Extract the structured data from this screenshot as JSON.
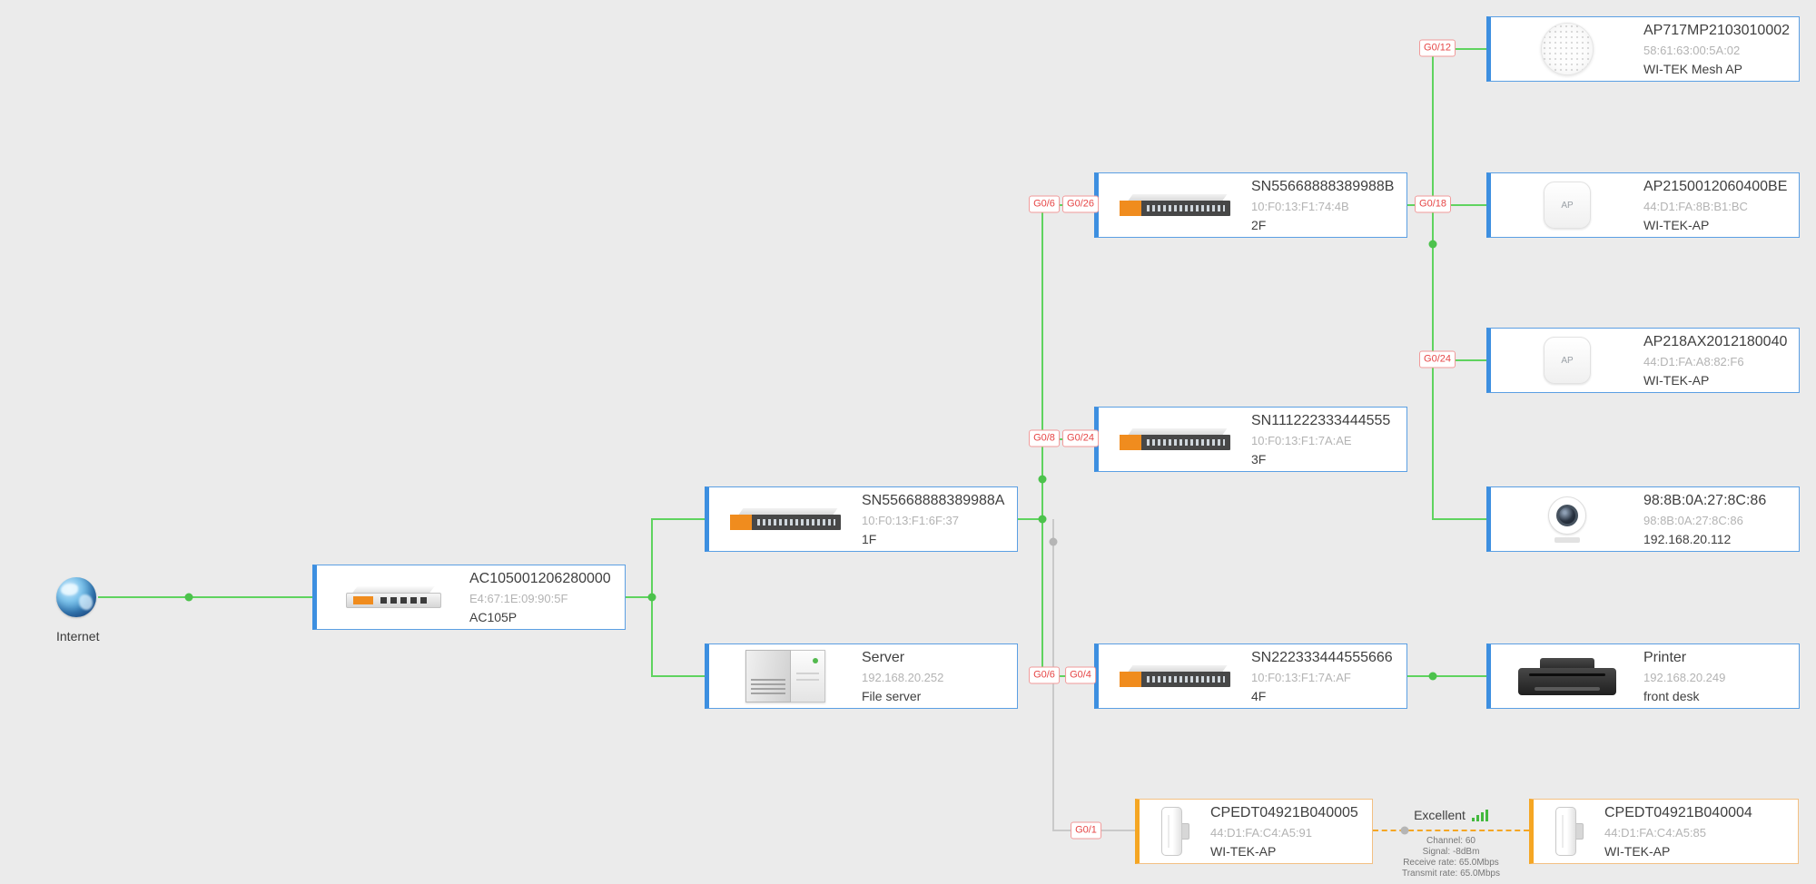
{
  "colors": {
    "background": "#ebebeb",
    "wired_link": "#5fd35f",
    "wireless_link": "#f5a623",
    "offline_link": "#c9c9c9",
    "card_accent_blue": "#3d8fe0",
    "card_accent_orange": "#f5a623",
    "port_label_red": "#e64545"
  },
  "internet": {
    "label": "Internet"
  },
  "icons": {
    "ap_label": "AP"
  },
  "nodes": {
    "ac": {
      "title": "AC105001206280000",
      "subtitle": "E4:67:1E:09:90:5F",
      "name": "AC105P"
    },
    "sw1f": {
      "title": "SN55668888389988A",
      "subtitle": "10:F0:13:F1:6F:37",
      "name": "1F"
    },
    "server": {
      "title": "Server",
      "subtitle": "192.168.20.252",
      "name": "File server"
    },
    "sw2f": {
      "title": "SN55668888389988B",
      "subtitle": "10:F0:13:F1:74:4B",
      "name": "2F"
    },
    "sw3f": {
      "title": "SN111222333444555",
      "subtitle": "10:F0:13:F1:7A:AE",
      "name": "3F"
    },
    "sw4f": {
      "title": "SN222333444555666",
      "subtitle": "10:F0:13:F1:7A:AF",
      "name": "4F"
    },
    "meshap": {
      "title": "AP717MP2103010002",
      "subtitle": "58:61:63:00:5A:02",
      "name": "WI-TEK Mesh AP"
    },
    "ap215": {
      "title": "AP2150012060400BE",
      "subtitle": "44:D1:FA:8B:B1:BC",
      "name": "WI-TEK-AP"
    },
    "ap218": {
      "title": "AP218AX2012180040",
      "subtitle": "44:D1:FA:A8:82:F6",
      "name": "WI-TEK-AP"
    },
    "camera": {
      "title": "98:8B:0A:27:8C:86",
      "subtitle": "98:8B:0A:27:8C:86",
      "name": "192.168.20.112"
    },
    "printer": {
      "title": "Printer",
      "subtitle": "192.168.20.249",
      "name": "front desk"
    },
    "cpe5": {
      "title": "CPEDT04921B040005",
      "subtitle": "44:D1:FA:C4:A5:91",
      "name": "WI-TEK-AP"
    },
    "cpe4": {
      "title": "CPEDT04921B040004",
      "subtitle": "44:D1:FA:C4:A5:85",
      "name": "WI-TEK-AP"
    }
  },
  "ports": {
    "p2f_src": "G0/6",
    "p2f_dst": "G0/26",
    "p3f_src": "G0/8",
    "p3f_dst": "G0/24",
    "p4f_src": "G0/6",
    "p4f_dst": "G0/4",
    "pmesh": "G0/12",
    "pap215": "G0/18",
    "pap218": "G0/24",
    "pcpe": "G0/1"
  },
  "wireless": {
    "quality": "Excellent",
    "channel": "Channel: 60",
    "signal": "Signal: -8dBm",
    "receive": "Receive rate: 65.0Mbps",
    "transmit": "Transmit rate: 65.0Mbps"
  }
}
